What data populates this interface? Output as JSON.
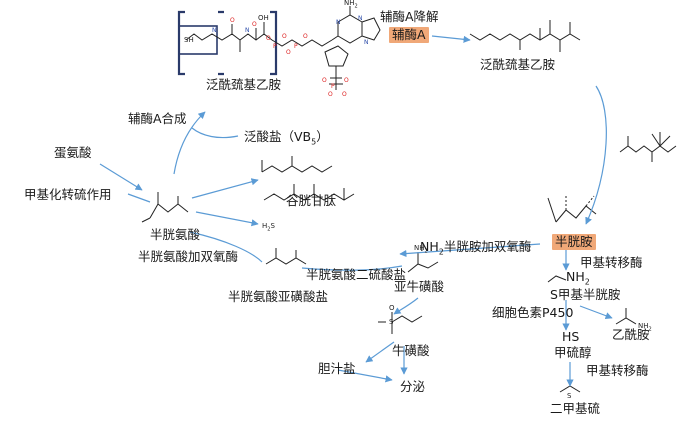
{
  "labels": {
    "pantetheine_top": "泛酰巯基乙胺",
    "coa_degradation": "辅酶A降解",
    "coenzyme_a": "辅酶A",
    "pantetheine_right": "泛酰巯基乙胺",
    "coa_synthesis": "辅酶A合成",
    "pantothenate": "泛酸盐（VB",
    "pantothenate_sub": "5",
    "pantothenate_close": "）",
    "methionine": "蛋氨酸",
    "transsulfuration": "甲基化转硫作用",
    "glutathione": "谷胱甘肽",
    "cysteine": "半胱氨酸",
    "cdo": "半胱氨酸加双氧酶",
    "cysteinesulfinate": "半胱氨酸亚磺酸盐",
    "cysteamine_dioxygenase": "半胱胺加双氧酶",
    "hypotaurine": "亚牛磺酸",
    "csad": "半胱氨酸二硫酸盐",
    "cysteamine": "半胱胺",
    "methyltransferase_1": "甲基转移酶",
    "s_methylcysteamine": "S甲基半胱胺",
    "cytochrome_p450": "细胞色素P450",
    "acetamide": "乙酰胺",
    "methanethiol": "甲硫醇",
    "methyltransferase_2": "甲基转移酶",
    "dimethyl_sulfide": "二甲基硫",
    "taurine": "牛磺酸",
    "bile_salts": "胆汁盐",
    "secretion": "分泌"
  },
  "structures": {
    "sh": "SH",
    "nh2_top": "NH",
    "nh2_sub": "2",
    "oh_top": "OH",
    "h2s": "H",
    "h2s_sub": "2",
    "h2s_end": "S",
    "hypotaurine_nh": "NH",
    "hypotaurine_sub": "2",
    "smcys_nh": "NH",
    "smcys_sub": "2",
    "hs": "HS",
    "acetamide_nh": "NH",
    "acetamide_sub": "2",
    "sulfur": "S",
    "oxygen": "O"
  },
  "colors": {
    "arrow": "#5b9bd5",
    "highlight": "#f0a878",
    "box": "#2a3a6a"
  }
}
